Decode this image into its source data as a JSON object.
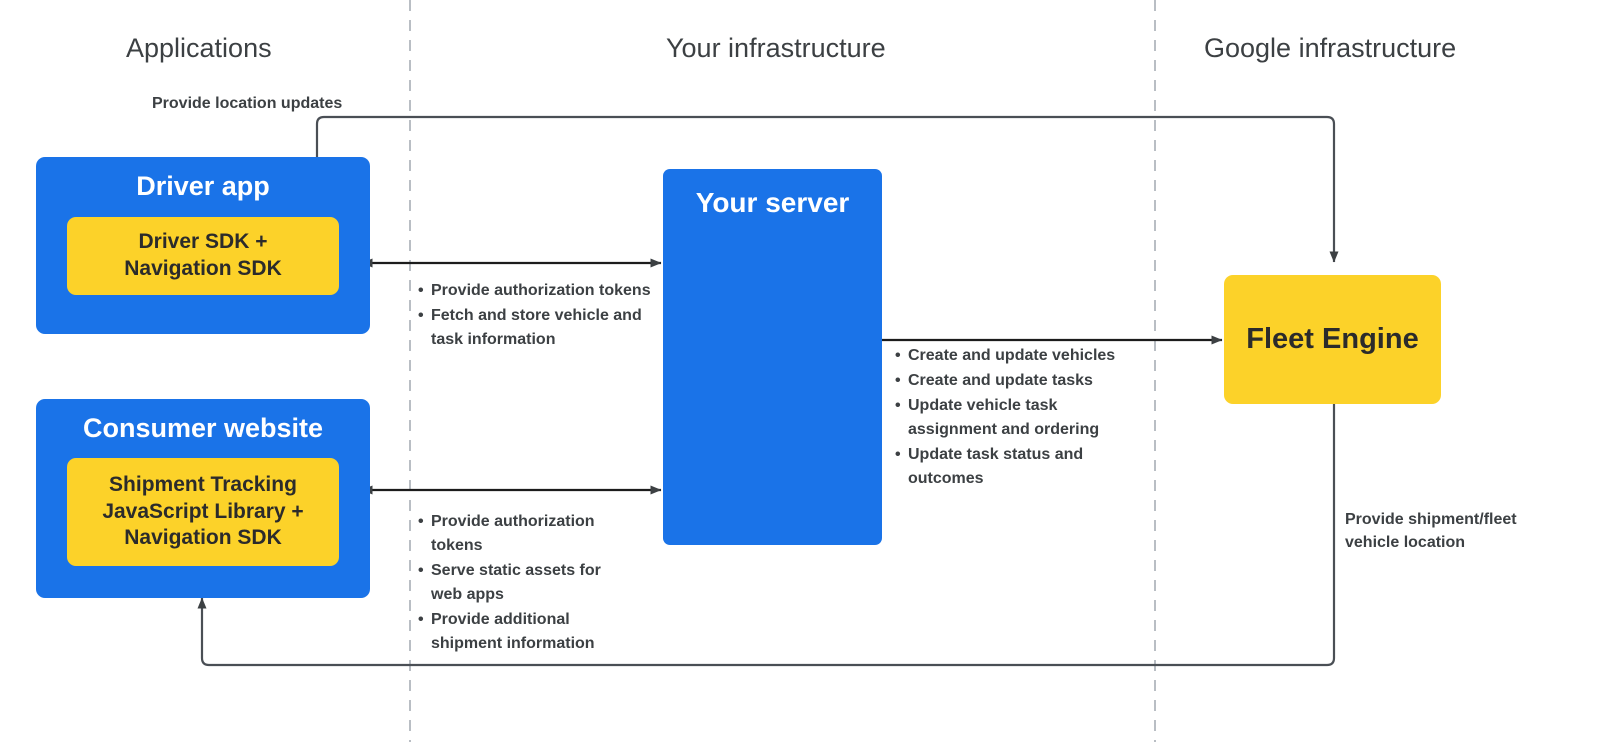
{
  "zones": [
    {
      "label": "Applications"
    },
    {
      "label": "Your infrastructure"
    },
    {
      "label": "Google infrastructure"
    }
  ],
  "colors": {
    "blue": "#1a73e8",
    "yellow": "#fcd229",
    "text_dark": "#3c4043",
    "line": "#4a4f55",
    "divider": "#b9bec4"
  },
  "nodes": {
    "driver_app": {
      "title": "Driver app",
      "sdk": "Driver SDK +\nNavigation SDK"
    },
    "consumer_website": {
      "title": "Consumer website",
      "sdk": "Shipment Tracking\nJavaScript Library  +\nNavigation SDK"
    },
    "your_server": {
      "title": "Your server"
    },
    "fleet_engine": {
      "title": "Fleet Engine"
    }
  },
  "edges": {
    "location_updates": {
      "label": "Provide location updates"
    },
    "driver_to_server": {
      "bullets": [
        "Provide authorization tokens",
        "Fetch and store vehicle and task information"
      ]
    },
    "consumer_to_server": {
      "bullets": [
        "Provide authorization tokens",
        "Serve static assets for web apps",
        "Provide additional shipment information"
      ]
    },
    "server_to_engine": {
      "bullets": [
        "Create and update vehicles",
        "Create and update tasks",
        "Update vehicle task assignment and ordering",
        "Update task status and outcomes"
      ]
    },
    "engine_to_consumer": {
      "label": "Provide shipment/fleet\nvehicle location"
    }
  }
}
